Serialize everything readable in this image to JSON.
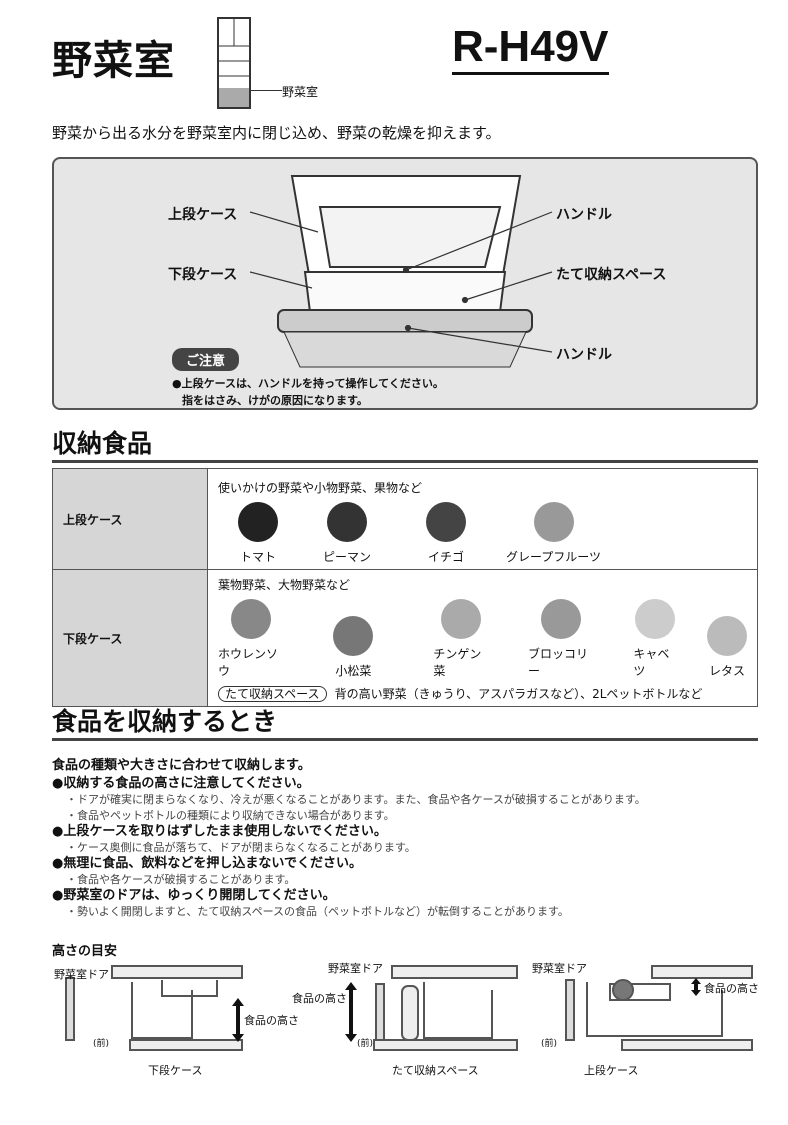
{
  "header": {
    "title": "野菜室",
    "fridge_label": "野菜室",
    "model": "R-H49V"
  },
  "intro": "野菜から出る水分を野菜室内に閉じ込め、野菜の乾燥を抑えます。",
  "diagram": {
    "upper_case": "上段ケース",
    "lower_case": "下段ケース",
    "handle1": "ハンドル",
    "vertical_space": "たて収納スペース",
    "handle2": "ハンドル",
    "caution": "ご注意",
    "note1": "●上段ケースは、ハンドルを持って操作してください。",
    "note2": "指をはさみ、けがの原因になります。"
  },
  "storage": {
    "heading": "収納食品",
    "rows": [
      {
        "label": "上段ケース",
        "desc": "使いかけの野菜や小物野菜、果物など",
        "items": [
          {
            "name": "トマト",
            "color": "#222"
          },
          {
            "name": "ピーマン",
            "color": "#333"
          },
          {
            "name": "イチゴ",
            "color": "#444"
          },
          {
            "name": "グレープフルーツ",
            "color": "#999"
          }
        ]
      },
      {
        "label": "下段ケース",
        "desc": "葉物野菜、大物野菜など",
        "items": [
          {
            "name": "ホウレンソウ",
            "color": "#888"
          },
          {
            "name": "小松菜",
            "color": "#777"
          },
          {
            "name": "チンゲン菜",
            "color": "#aaa"
          },
          {
            "name": "ブロッコリー",
            "color": "#999"
          },
          {
            "name": "キャベツ",
            "color": "#ccc"
          },
          {
            "name": "レタス",
            "color": "#bbb"
          }
        ],
        "tag": "たて収納スペース",
        "tag_desc": "背の高い野菜（きゅうり、アスパラガスなど）、2Lペットボトルなど"
      }
    ]
  },
  "storing": {
    "heading": "食品を収納するとき",
    "lead": "食品の種類や大きさに合わせて収納します。",
    "points": [
      {
        "title": "●収納する食品の高さに注意してください。",
        "subs": [
          "・ドアが確実に閉まらなくなり、冷えが悪くなることがあります。また、食品や各ケースが破損することがあります。",
          "・食品やペットボトルの種類により収納できない場合があります。"
        ]
      },
      {
        "title": "●上段ケースを取りはずしたまま使用しないでください。",
        "subs": [
          "・ケース奥側に食品が落ちて、ドアが閉まらなくなることがあります。"
        ]
      },
      {
        "title": "●無理に食品、飲料などを押し込まないでください。",
        "subs": [
          "・食品や各ケースが破損することがあります。"
        ]
      },
      {
        "title": "●野菜室のドアは、ゆっくり開閉してください。",
        "subs": [
          "・勢いよく開閉しますと、たて収納スペースの食品（ペットボトルなど）が転倒することがあります。"
        ]
      }
    ]
  },
  "height_guide": {
    "title": "高さの目安",
    "door": "野菜室ドア",
    "front": "(前)",
    "food_height": "食品の高さ",
    "lower_case": "下段ケース",
    "vertical_space": "たて収納スペース",
    "upper_case": "上段ケース"
  }
}
